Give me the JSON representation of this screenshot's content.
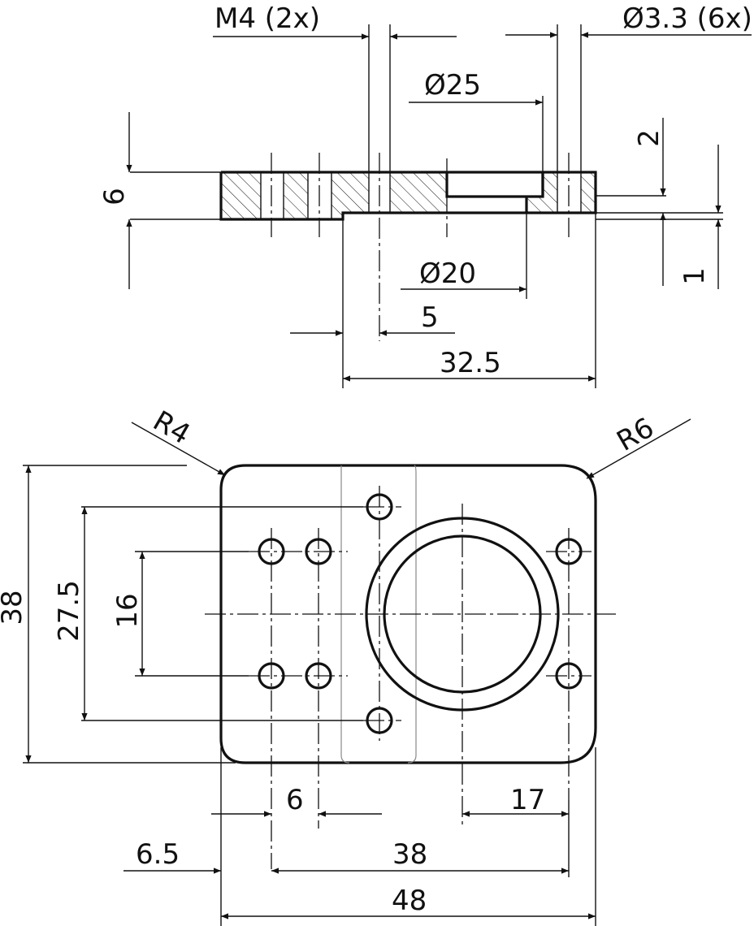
{
  "labels": {
    "m4": "M4 (2x)",
    "d33": "Ø3.3 (6x)",
    "d25": "Ø25",
    "two": "2",
    "six_v": "6",
    "d20": "Ø20",
    "one": "1",
    "five": "5",
    "l325": "32.5",
    "r4": "R4",
    "r6": "R6",
    "h38": "38",
    "h275": "27.5",
    "h16": "16",
    "w6": "6",
    "w17": "17",
    "w65": "6.5",
    "w38": "38",
    "w48": "48"
  }
}
